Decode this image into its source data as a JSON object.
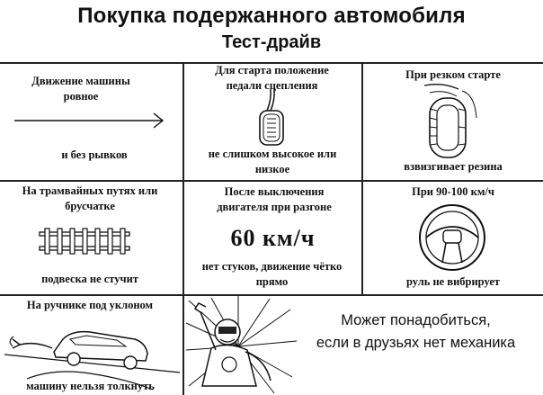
{
  "header": {
    "title": "Покупка подержанного автомобиля",
    "subtitle": "Тест-драйв"
  },
  "cells": {
    "smooth": {
      "top": "Движение машины ровное",
      "bottom": "и без рывков"
    },
    "clutch": {
      "top": "Для старта положение педали сцепления",
      "bottom": "не слишком высокое или низкое"
    },
    "sharp_start": {
      "top": "При резком старте",
      "bottom": "взвизгивает резина"
    },
    "tram": {
      "top": "На трамвайных путях или брусчатке",
      "bottom": "подвеска не стучит"
    },
    "engine_off": {
      "top": "После выключения двигателя при разгоне",
      "speed": "60 км/ч",
      "bottom": "нет стуков, движение чётко прямо"
    },
    "wheel": {
      "top": "При 90-100 км/ч",
      "bottom": "руль не вибрирует"
    },
    "handbrake": {
      "top": "На ручнике под уклоном",
      "bottom": "машину нельзя толкнуть"
    },
    "mechanic": {
      "note_line1": "Может понадобиться,",
      "note_line2": "если в друзьях нет механика"
    }
  },
  "icons": [
    "arrow-right-icon",
    "clutch-pedal-icon",
    "wheel-tire-icon",
    "tram-rails-icon",
    "steering-wheel-icon",
    "car-on-slope-icon",
    "superhero-mechanic-icon"
  ]
}
